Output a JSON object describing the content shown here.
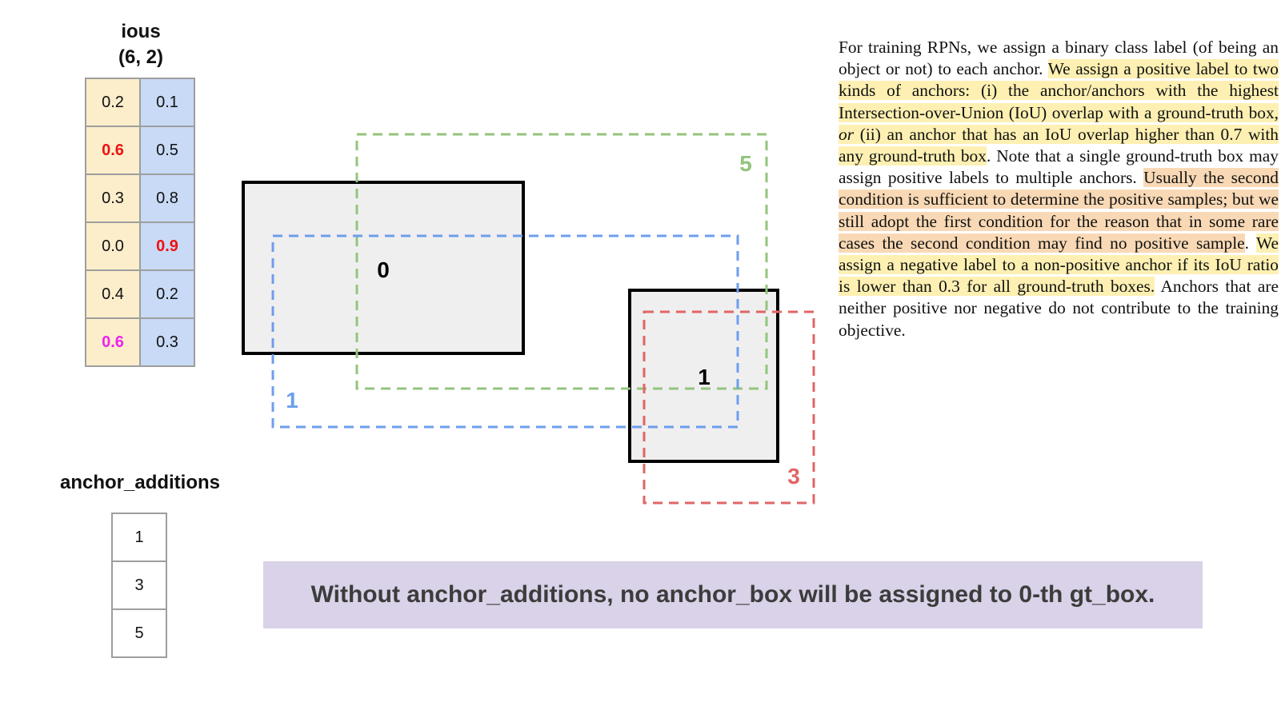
{
  "ious": {
    "title_line1": "ious",
    "title_line2": "(6, 2)",
    "rows": [
      [
        "0.2",
        "0.1"
      ],
      [
        "0.6",
        "0.5"
      ],
      [
        "0.3",
        "0.8"
      ],
      [
        "0.0",
        "0.9"
      ],
      [
        "0.4",
        "0.2"
      ],
      [
        "0.6",
        "0.3"
      ]
    ],
    "colors": {
      "col0_bg": "#fdeecb",
      "col1_bg": "#c8daf5",
      "max_highlight": "#ee1111",
      "extra_highlight": "#ee22ee"
    }
  },
  "anchor_additions": {
    "title": "anchor_additions",
    "values": [
      "1",
      "3",
      "5"
    ]
  },
  "boxes": {
    "gt_labels": [
      "0",
      "1"
    ],
    "anchor_labels": {
      "blue": "1",
      "red": "3",
      "green": "5"
    },
    "colors": {
      "gt_fill": "#efefef",
      "blue": "#6d9eeb",
      "red": "#e06666",
      "green": "#93c47d"
    }
  },
  "banner": {
    "text": "Without anchor_additions, no anchor_box will be assigned to 0-th gt_box.",
    "bg": "#d9d2e8"
  },
  "paper": {
    "p1": "For training RPNs, we assign a binary class label (of being an object or not) to each anchor. ",
    "p2": "We assign a positive label to two kinds of anchors: (i) the anchor/anchors with the highest Intersection-over-Union (IoU) overlap with a ground-truth box, ",
    "p3": "or",
    "p4": " (ii) an anchor that has an IoU overlap higher than 0.7 with any ground-truth box",
    "p5": ". Note that a single ground-truth box may assign positive labels to multiple anchors. ",
    "p6": "Usually the second condition is sufficient to determine the positive samples; but we still adopt the first condition for the reason that in some rare cases the second condition may find no positive sample",
    "p7": ". ",
    "p8": "We assign a negative label to a non-positive anchor if its IoU ratio is lower than 0.3 for all ground-truth boxes.",
    "p9": " Anchors that are neither positive nor negative do not contribute to the training objective."
  }
}
